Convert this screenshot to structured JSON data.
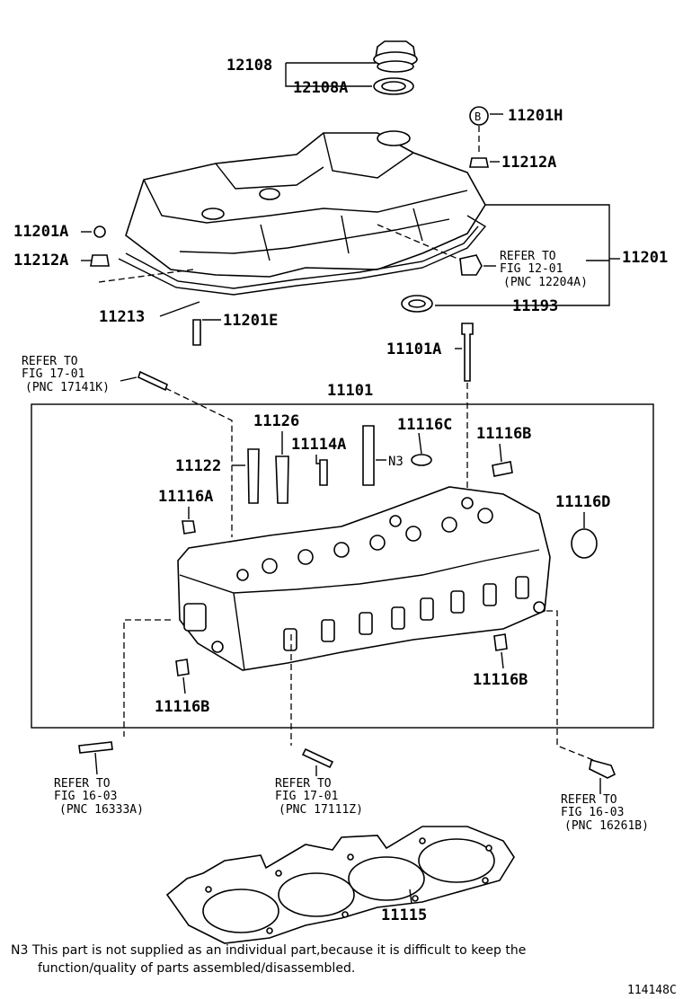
{
  "labels": {
    "p12108": "12108",
    "p12108A": "12108A",
    "p11201H": "11201H",
    "bMarker": "B",
    "p11212A_top": "11212A",
    "p11201A": "11201A",
    "p11212A_left": "11212A",
    "p11201": "11201",
    "p11213": "11213",
    "p11201E": "11201E",
    "p11193": "11193",
    "p11101A": "11101A",
    "p11101": "11101",
    "p11126": "11126",
    "p11114A": "11114A",
    "p11116C": "11116C",
    "p11116B_top": "11116B",
    "p11122": "11122",
    "n3": "N3",
    "p11116A": "11116A",
    "p11116D": "11116D",
    "p11116B_right": "11116B",
    "p11116B_left": "11116B",
    "p11115": "11115"
  },
  "refs": {
    "r1": [
      "REFER TO",
      "FIG 12-01",
      "(PNC 12204A)"
    ],
    "r2": [
      "REFER TO",
      "FIG 17-01",
      "(PNC 17141K)"
    ],
    "r3": [
      "REFER TO",
      "FIG 16-03",
      "(PNC 16333A)"
    ],
    "r4": [
      "REFER TO",
      "FIG 17-01",
      "(PNC 17111Z)"
    ],
    "r5": [
      "REFER TO",
      "FIG 16-03",
      "(PNC 16261B)"
    ]
  },
  "footnote": {
    "line1": "N3 This part is not supplied as an individual part,because it is difficult to keep the",
    "line2": "function/quality of parts assembled/disassembled."
  },
  "figure_id": "114148C"
}
